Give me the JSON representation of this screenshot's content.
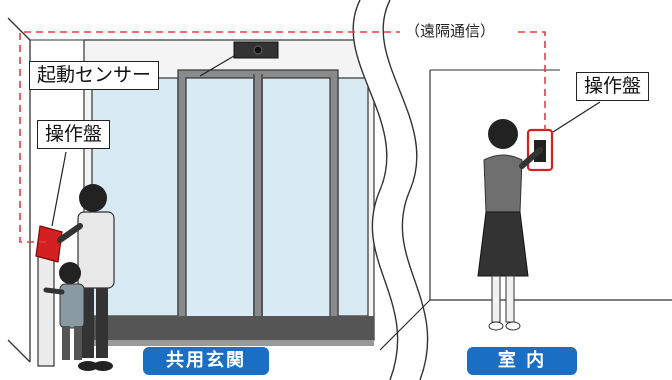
{
  "labels": {
    "remote": "（遠隔通信）",
    "sensor": "起動センサー",
    "panel_left": "操作盤",
    "panel_right": "操作盤",
    "area_left": "共用玄関",
    "area_right": "室 内"
  },
  "colors": {
    "accent_blue": "#1a6fc4",
    "dashed_line": "#e04040",
    "panel_red": "#d42020",
    "glass": "#d8ebf5"
  },
  "icons": {
    "sensor": "motion-sensor-icon",
    "panel": "control-panel-icon"
  }
}
